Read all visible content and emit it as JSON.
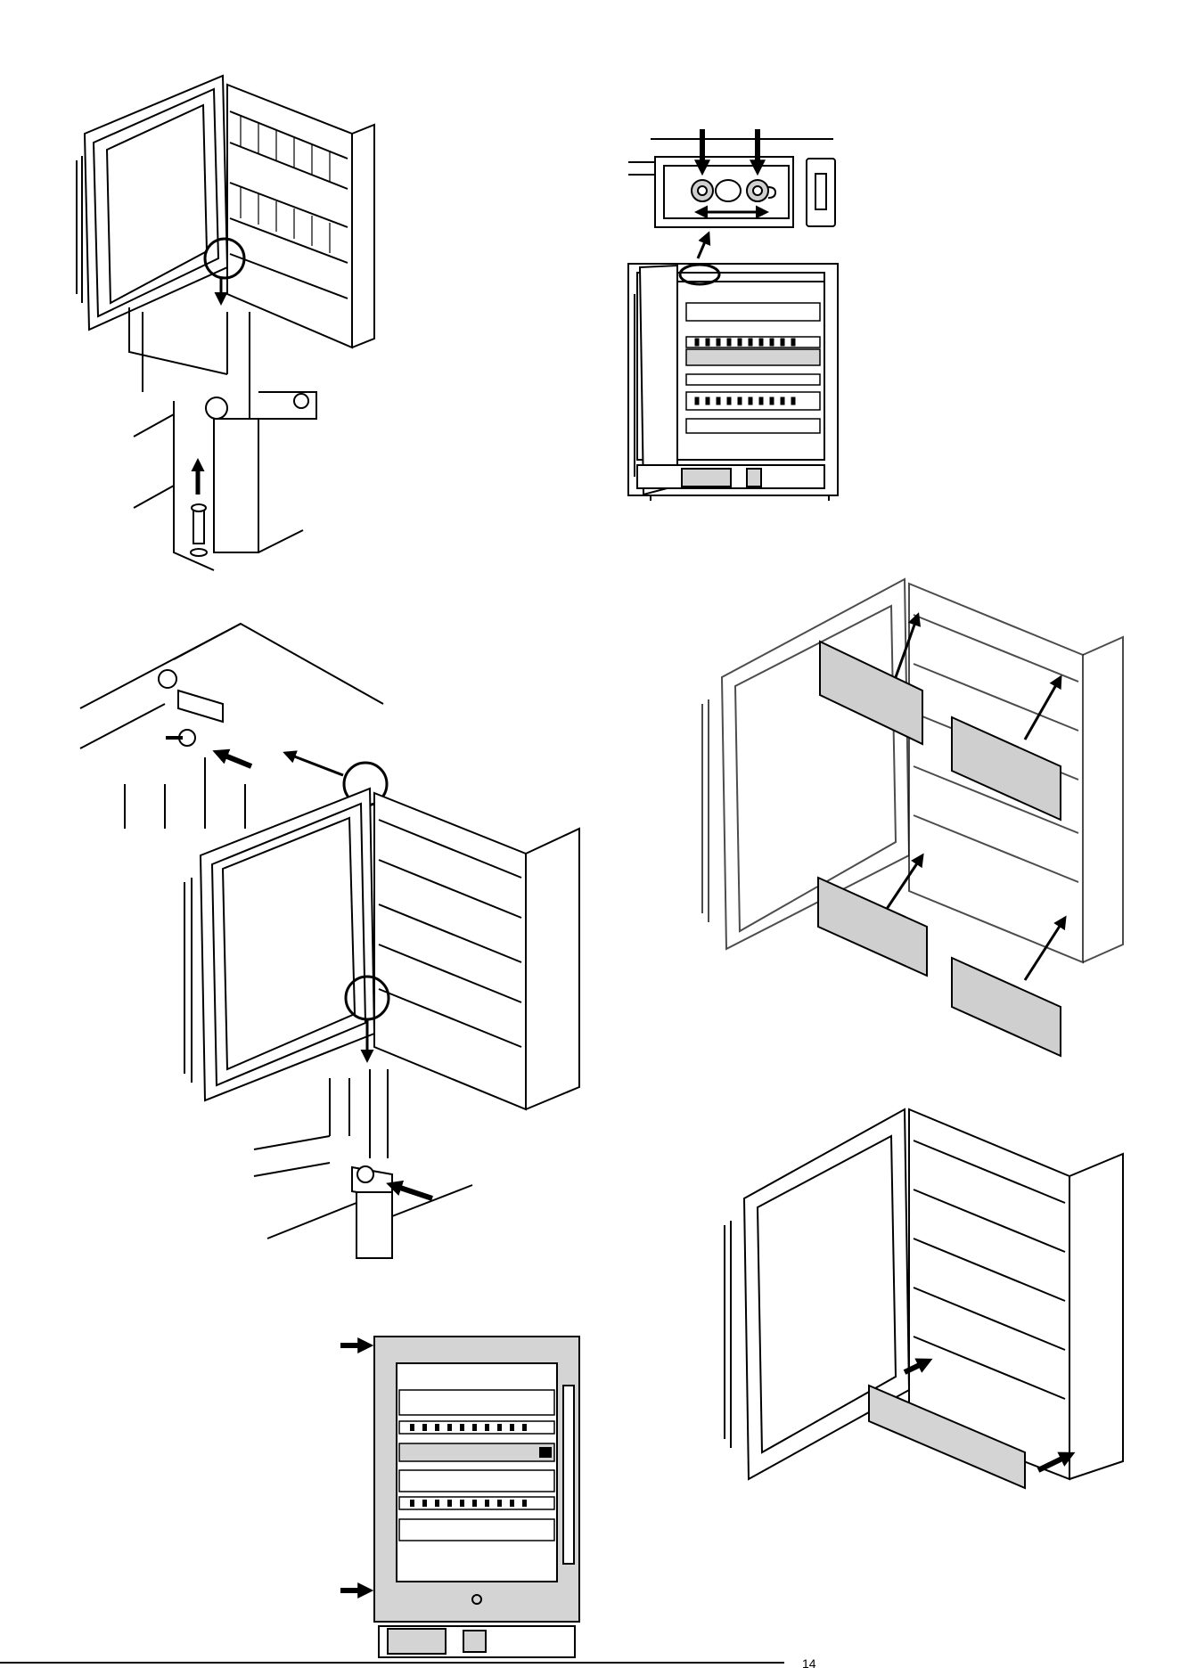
{
  "page": {
    "footer_text": "14"
  },
  "colors": {
    "line": "#000000",
    "panel_fill": "#cfcfcf",
    "frame_fill": "#d4d4d4",
    "white": "#ffffff"
  },
  "figures": [
    {
      "id": "fig-lower-hinge-pin",
      "description_icon": "hinge-pin-icon"
    },
    {
      "id": "fig-top-hinge-screws",
      "description_icon": "hinge-screw-icon"
    },
    {
      "id": "fig-hinge-swap",
      "description_icon": "hinge-icon"
    },
    {
      "id": "fig-side-panels",
      "description_icon": "panel-icon"
    },
    {
      "id": "fig-front-view",
      "description_icon": "cooler-icon"
    },
    {
      "id": "fig-kick-plate",
      "description_icon": "kick-plate-icon"
    }
  ]
}
